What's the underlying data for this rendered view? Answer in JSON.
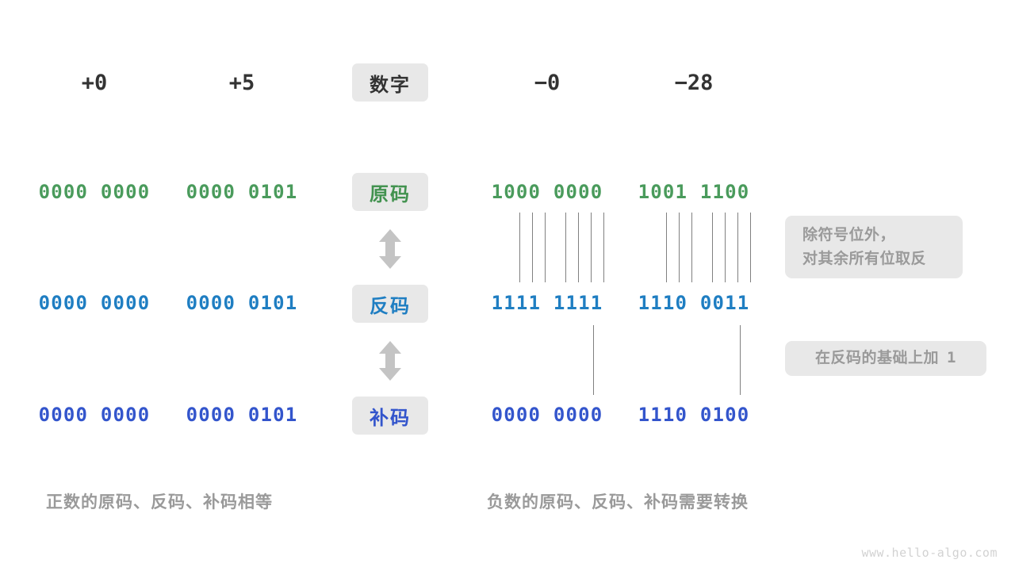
{
  "colors": {
    "background": "#ffffff",
    "chip_bg": "#e8e8e8",
    "header_text": "#333333",
    "green": "#4a9b5c",
    "blue": "#1f7ec2",
    "indigo": "#3355cc",
    "note_text": "#9a9a9a",
    "caption_text": "#9a9a9a",
    "line": "#808080",
    "arrow": "#c4c4c4",
    "watermark": "#d2d2d2"
  },
  "header": {
    "row_label": "数字",
    "columns": [
      {
        "label": "+0"
      },
      {
        "label": "+5"
      },
      {
        "label": "−0"
      },
      {
        "label": "−28"
      }
    ]
  },
  "rows": [
    {
      "key": "sign_magnitude",
      "label": "原码",
      "color_name": "green",
      "values": [
        "0000 0000",
        "0000 0101",
        "1000 0000",
        "1001 1100"
      ]
    },
    {
      "key": "ones_complement",
      "label": "反码",
      "color_name": "blue",
      "values": [
        "0000 0000",
        "0000 0101",
        "1111 1111",
        "1110 0011"
      ]
    },
    {
      "key": "twos_complement",
      "label": "补码",
      "color_name": "indigo",
      "values": [
        "0000 0000",
        "0000 0101",
        "0000 0000",
        "1110 0100"
      ]
    }
  ],
  "arrows": [
    {
      "name": "arrow-sign-to-ones",
      "direction": "up-down"
    },
    {
      "name": "arrow-ones-to-twos",
      "direction": "up-down"
    }
  ],
  "notes": [
    {
      "key": "invert_note",
      "line1": "除符号位外，",
      "line2": "对其余所有位取反"
    },
    {
      "key": "add_one_note",
      "line1": "在反码的基础上加",
      "suffix": "1"
    }
  ],
  "captions": {
    "positive": "正数的原码、反码、补码相等",
    "negative": "负数的原码、反码、补码需要转换"
  },
  "watermark": "www.hello-algo.com"
}
